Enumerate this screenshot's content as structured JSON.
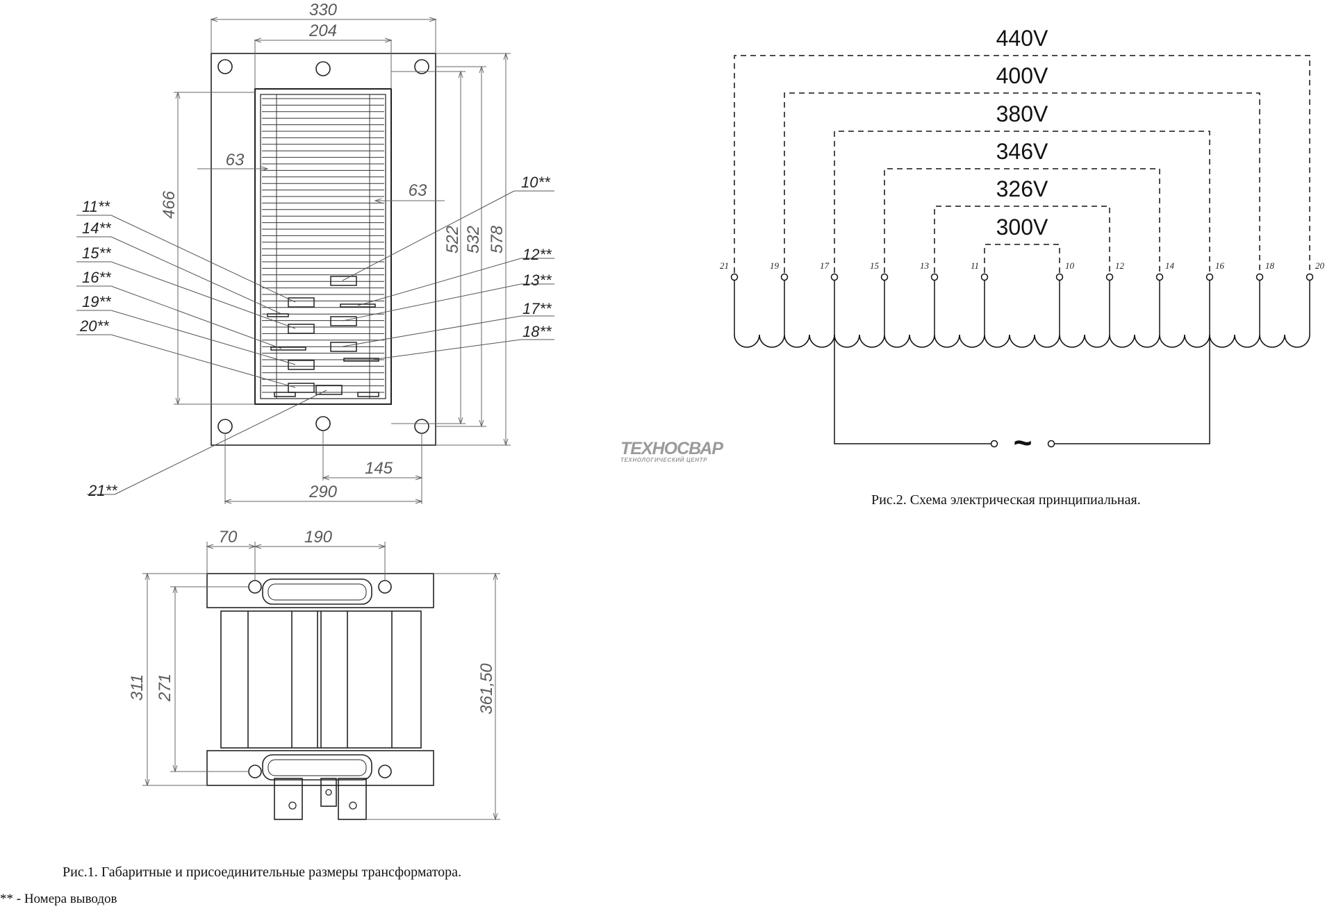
{
  "figure1": {
    "dimensions_top": {
      "overall_width": "330",
      "window_width": "204",
      "coil_left": "63",
      "coil_right": "63",
      "height_inner": "466",
      "height_522": "522",
      "height_532": "532",
      "height_overall": "578",
      "bolt_half": "145",
      "bolt_span": "290"
    },
    "dimensions_side": {
      "offset": "70",
      "span": "190",
      "height_311": "311",
      "height_271": "271",
      "height_total": "361,50"
    },
    "leads": [
      "10**",
      "11**",
      "14**",
      "15**",
      "16**",
      "19**",
      "20**",
      "12**",
      "13**",
      "17**",
      "18**",
      "21**"
    ],
    "caption": "Рис.1. Габаритные и присоединительные размеры трансформатора.",
    "footnote": "** - Номера выводов"
  },
  "figure2": {
    "voltages": [
      "440V",
      "400V",
      "380V",
      "346V",
      "326V",
      "300V"
    ],
    "terminals": [
      "21",
      "19",
      "17",
      "15",
      "13",
      "11",
      "10",
      "12",
      "14",
      "16",
      "18",
      "20"
    ],
    "supply_symbol": "~",
    "caption": "Рис.2. Схема электрическая принципиальная."
  },
  "logo": {
    "name": "ТЕХНОСВАР",
    "subtitle": "ТЕХНОЛОГИЧЕСКИЙ ЦЕНТР"
  }
}
